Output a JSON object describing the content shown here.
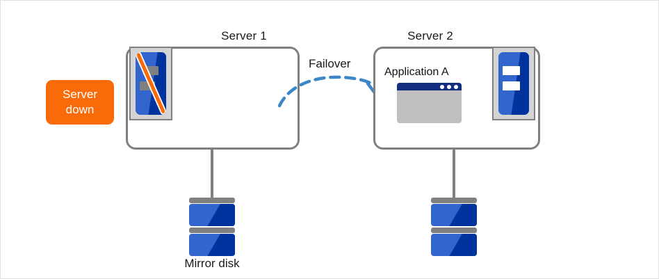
{
  "diagram": {
    "type": "failover-cluster-diagram",
    "background_color": "#ffffff",
    "border_color": "#e0e0e0"
  },
  "status_badge": {
    "line1": "Server",
    "line2": "down",
    "color": "#f96a09",
    "text_color": "#ffffff"
  },
  "nodes": [
    {
      "id": "server1",
      "title": "Server 1",
      "state": "down",
      "machine_icon": "server-icon-down",
      "has_application": false,
      "disk": {
        "label": "Mirror disk",
        "icon": "disk-stack-icon"
      }
    },
    {
      "id": "server2",
      "title": "Server 2",
      "state": "active",
      "machine_icon": "server-icon-ok",
      "has_application": true,
      "application": {
        "label": "Application A",
        "icon": "app-window-icon"
      },
      "disk": {
        "label": "",
        "icon": "disk-stack-icon"
      }
    }
  ],
  "arrow": {
    "label": "Failover",
    "from": "server1",
    "to": "server2",
    "style": "dashed-curve",
    "color": "#3d87c8"
  },
  "colors": {
    "box_border": "#808080",
    "server_blue": "#3366cc",
    "server_dark_blue": "#00339e",
    "slash_orange": "#f96a09",
    "window_titlebar": "#12307f",
    "window_body": "#bfbfbf",
    "machine_frame": "#d4d4d4",
    "arrow_blue": "#3d87c8",
    "text": "#1a1a1a"
  }
}
